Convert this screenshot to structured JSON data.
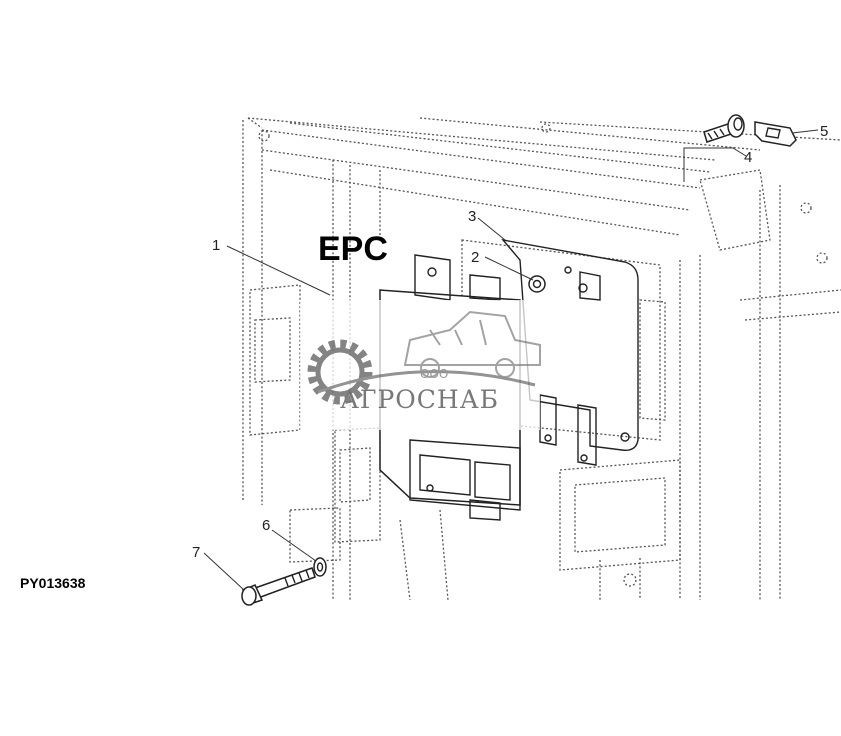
{
  "diagram": {
    "unit_label": "EPC",
    "figure_id": "PY013638",
    "callouts": [
      "1",
      "2",
      "3",
      "4",
      "5",
      "6",
      "7"
    ],
    "watermark": {
      "company_prefix": "ООО",
      "company_name": "АГРОСНАБ"
    }
  }
}
